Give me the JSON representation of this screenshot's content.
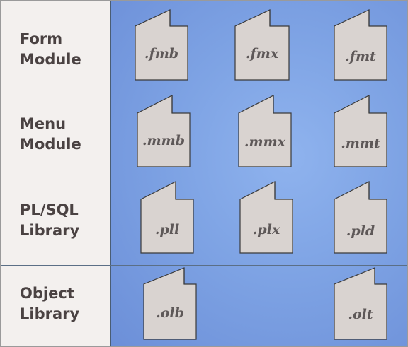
{
  "rows": [
    {
      "label": "Form\nModule",
      "files": [
        ".fmb",
        ".fmx",
        ".fmt"
      ]
    },
    {
      "label": "Menu\nModule",
      "files": [
        ".mmb",
        ".mmx",
        ".mmt"
      ]
    },
    {
      "label": "PL/SQL\nLibrary",
      "files": [
        ".pll",
        ".plx",
        ".pld"
      ]
    },
    {
      "label": "Object\nLibrary",
      "files": [
        ".olb",
        ".olt"
      ]
    }
  ],
  "colors": {
    "panel": "#7ea3e4",
    "file_fill": "#d9d3d0",
    "file_stroke": "#3a3a3a",
    "label_text": "#4a4242",
    "ext_text": "#5e5858"
  },
  "icon": "folded-document-icon"
}
